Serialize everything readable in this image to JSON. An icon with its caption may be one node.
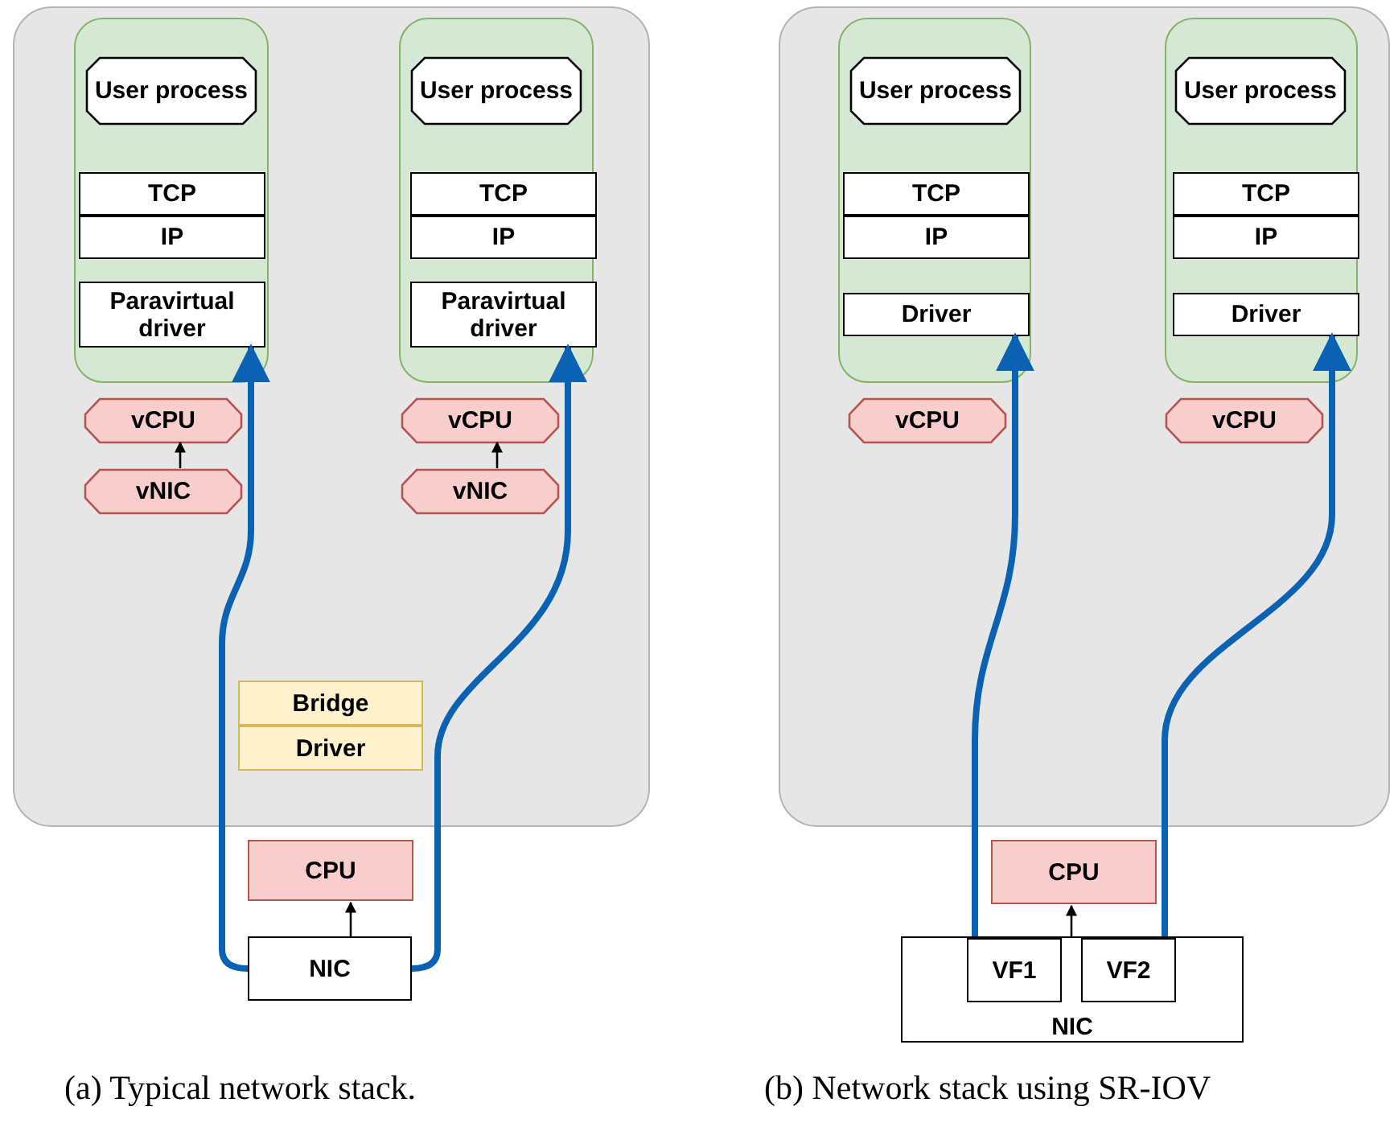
{
  "diagram": {
    "nodes": [
      {
        "text": [],
        "shape": "box"
      },
      {
        "text": [],
        "shape": "box",
        "in": 0
      },
      {
        "text": [
          "User process"
        ],
        "in": 1
      },
      {
        "text": [
          "TCP"
        ],
        "in": 1
      },
      {
        "text": [
          "IP"
        ],
        "in": 1
      },
      {
        "text": [
          "Paravirtual driver"
        ],
        "in": 1
      },
      {
        "text": [],
        "shape": "box",
        "in": 0
      },
      {
        "text": [
          "User process"
        ],
        "in": 6
      },
      {
        "text": [
          "TCP"
        ],
        "in": 6
      },
      {
        "text": [
          "IP"
        ],
        "in": 6
      },
      {
        "text": [
          "Paravirtual driver"
        ],
        "in": 6
      },
      {
        "text": [
          "vCPU"
        ],
        "in": 0
      },
      {
        "text": [
          "vNIC"
        ],
        "in": 0
      },
      {
        "text": [
          "vCPU"
        ],
        "in": 0
      },
      {
        "text": [
          "vNIC"
        ],
        "in": 0
      },
      {
        "text": [
          "Bridge"
        ],
        "in": 0
      },
      {
        "text": [
          "Driver"
        ],
        "in": 0
      },
      {
        "text": [
          "CPU"
        ]
      },
      {
        "text": [
          "NIC"
        ]
      },
      {
        "text": [],
        "shape": "box"
      },
      {
        "text": [],
        "shape": "box",
        "in": 19
      },
      {
        "text": [
          "User process"
        ],
        "in": 20
      },
      {
        "text": [
          "TCP"
        ],
        "in": 20
      },
      {
        "text": [
          "IP"
        ],
        "in": 20
      },
      {
        "text": [
          "Driver"
        ],
        "in": 20
      },
      {
        "text": [],
        "shape": "box",
        "in": 19
      },
      {
        "text": [
          "User process"
        ],
        "in": 25
      },
      {
        "text": [
          "TCP"
        ],
        "in": 25
      },
      {
        "text": [
          "IP"
        ],
        "in": 25
      },
      {
        "text": [
          "Driver"
        ],
        "in": 25
      },
      {
        "text": [
          "vCPU"
        ],
        "in": 19
      },
      {
        "text": [
          "vCPU"
        ],
        "in": 19
      },
      {
        "text": [
          "CPU"
        ]
      },
      {
        "text": [
          "NIC"
        ]
      },
      {
        "text": [
          "VF1"
        ],
        "in": 33
      },
      {
        "text": [
          "VF2"
        ],
        "in": 33
      }
    ],
    "edges": [
      {
        "from": 18,
        "to": 5,
        "arrow": "to",
        "style": "thick",
        "color": "#0b62b3"
      },
      {
        "from": 18,
        "to": 10,
        "arrow": "to",
        "style": "thick",
        "color": "#0b62b3"
      },
      {
        "from": 12,
        "to": 11,
        "arrow": "to",
        "color": "#000000"
      },
      {
        "from": 14,
        "to": 13,
        "arrow": "to",
        "color": "#000000"
      },
      {
        "from": 18,
        "to": 17,
        "arrow": "to",
        "color": "#000000"
      },
      {
        "from": 34,
        "to": 24,
        "arrow": "to",
        "style": "thick",
        "color": "#0b62b3"
      },
      {
        "from": 35,
        "to": 29,
        "arrow": "to",
        "style": "thick",
        "color": "#0b62b3"
      },
      {
        "from": 33,
        "to": 32,
        "arrow": "to",
        "color": "#000000"
      }
    ],
    "labels": [
      "(a) Typical network stack.",
      "(b) Network stack using SR-IOV"
    ]
  }
}
